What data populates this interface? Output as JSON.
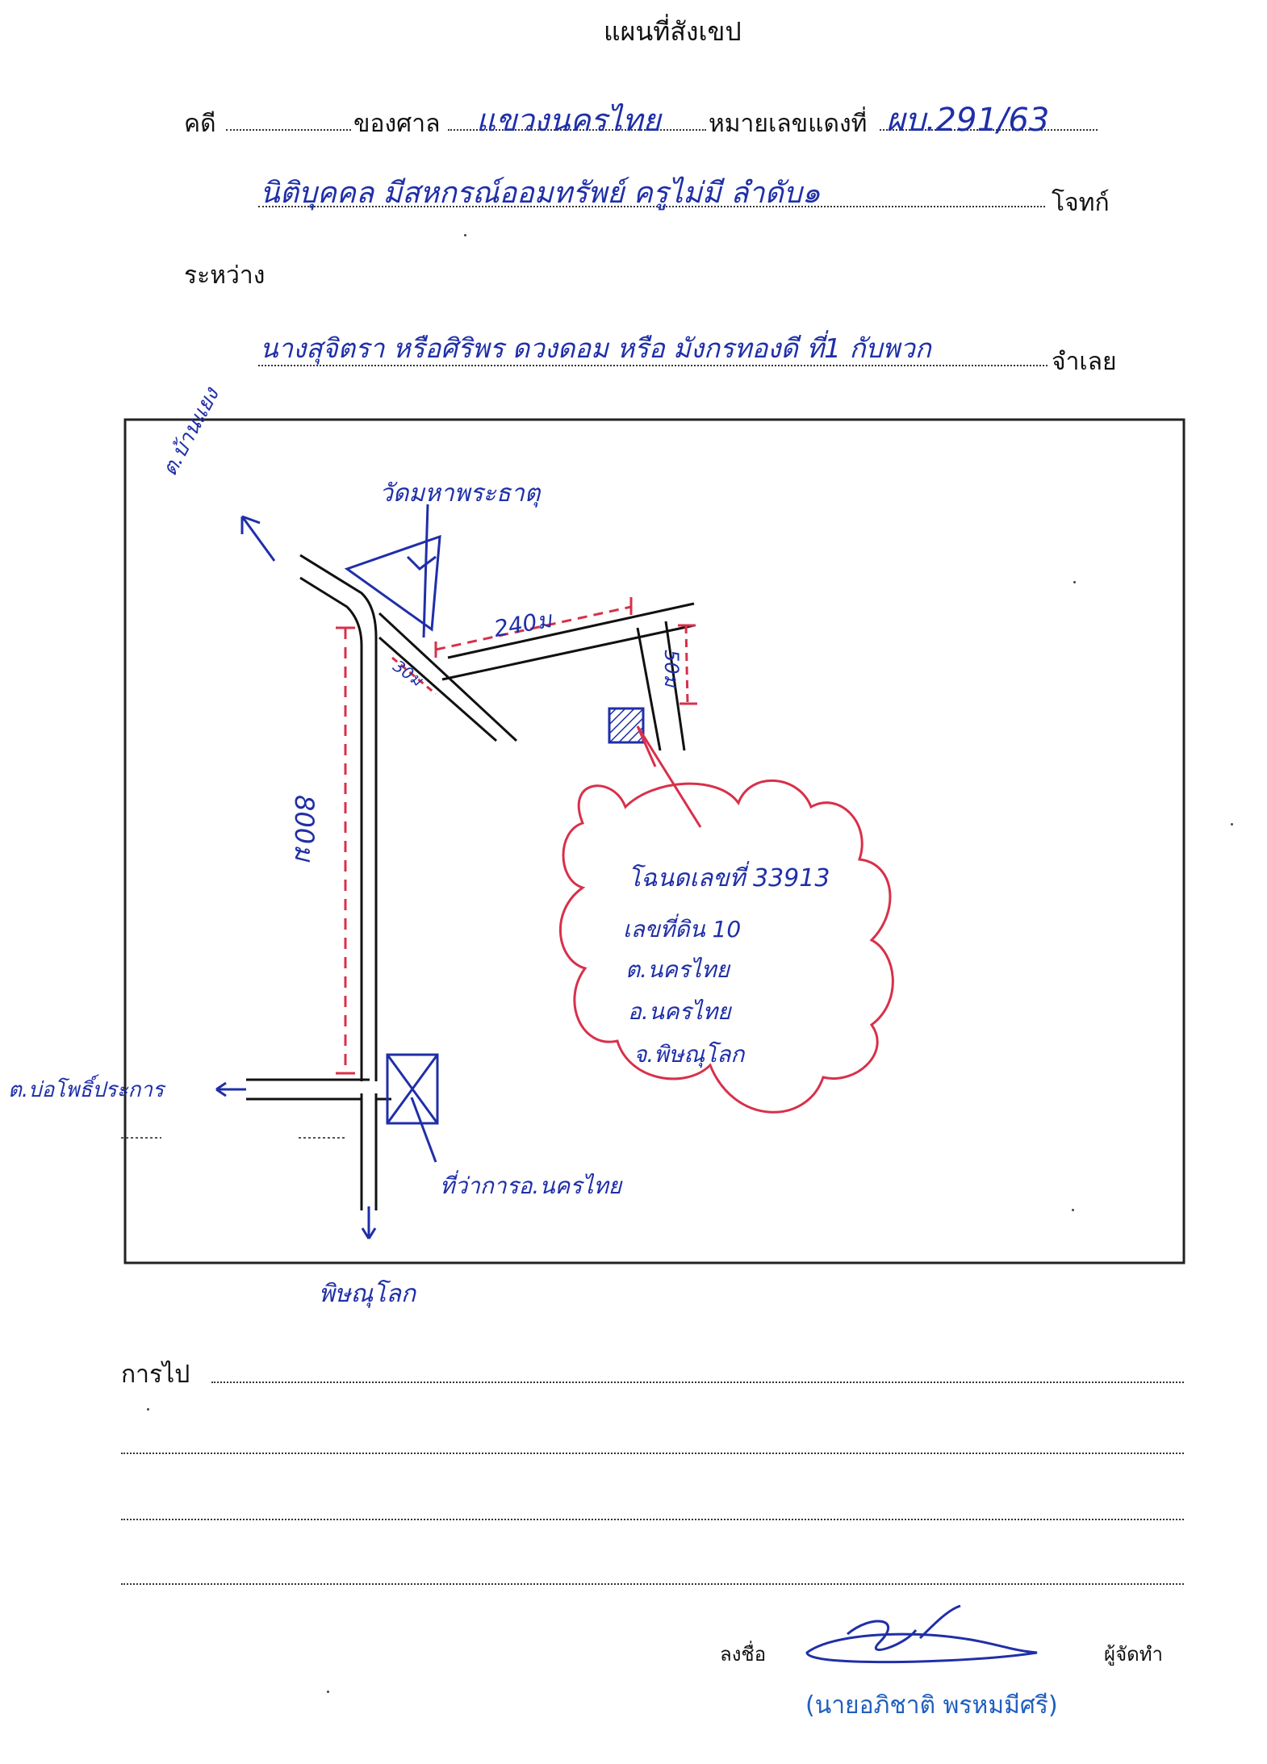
{
  "header": {
    "title": "แผนที่สังเขป",
    "case_label": "คดี",
    "court_label": "ของศาล",
    "court_value": "แขวงนครไทย",
    "case_number_label": "หมายเลขแดงที่",
    "case_number_value": "ผบ.291/63",
    "plaintiff_value": "นิติบุคคล มีสหกรณ์ออมทรัพย์ ครูไม่มี ลำดับ๑",
    "plaintiff_label": "โจทก์",
    "between_label": "ระหว่าง",
    "defendant_value": "นางสุจิตรา หรือศิริพร ดวงดอม หรือ มังกรทองดี ที่1 กับพวก",
    "defendant_label": "จำเลย"
  },
  "map": {
    "north_direction": "ต.บ้านแยง",
    "temple_label": "วัดมหาพระธาตุ",
    "distance_east": "240ม",
    "distance_small": "30ม",
    "distance_south_side": "50ม",
    "distance_vertical": "800ม",
    "west_direction": "ต.บ่อโพธิ์ประการ",
    "south_direction": "พิษณุโลก",
    "office_label": "ที่ว่าการอ.นครไทย",
    "land_info": {
      "line1": "โฉนดเลขที่ 33913",
      "line2": "เลขที่ดิน 10",
      "line3": "ต.นครไทย",
      "line4": "อ.นครไทย",
      "line5": "จ.พิษณุโลก"
    }
  },
  "footer": {
    "route_label": "การไป",
    "sign_label": "ลงชื่อ",
    "maker_label": "ผู้จัดทำ",
    "signer_name": "(นายอภิชาติ พรหมมีศรี)"
  },
  "colors": {
    "ink_blue": "#1f2fa8",
    "ink_red": "#d8304a",
    "print_black": "#111111"
  }
}
